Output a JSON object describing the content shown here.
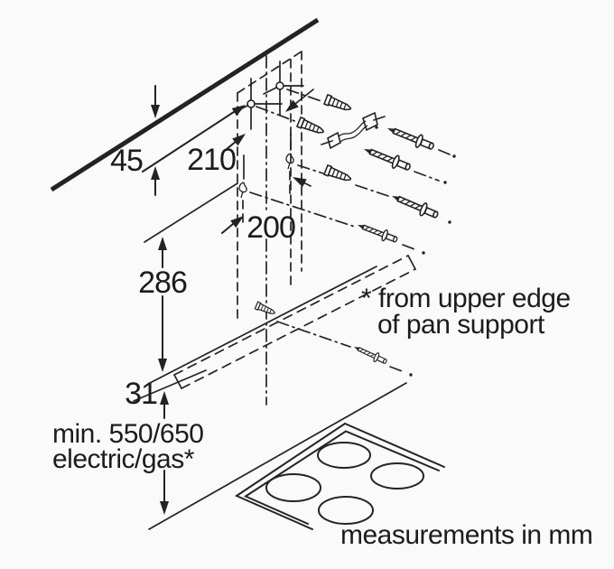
{
  "canvas": {
    "background": "#fafafa",
    "ink": "#232323"
  },
  "labels": {
    "dim_45": "45",
    "dim_210": "210",
    "dim_200": "200",
    "dim_286": "286",
    "dim_31": "31",
    "clearance_line1": "min. 550/650",
    "clearance_line2": "electric/gas*",
    "footnote_line1": "* from upper edge",
    "footnote_line2": "of pan support",
    "units_note": "measurements in mm"
  }
}
